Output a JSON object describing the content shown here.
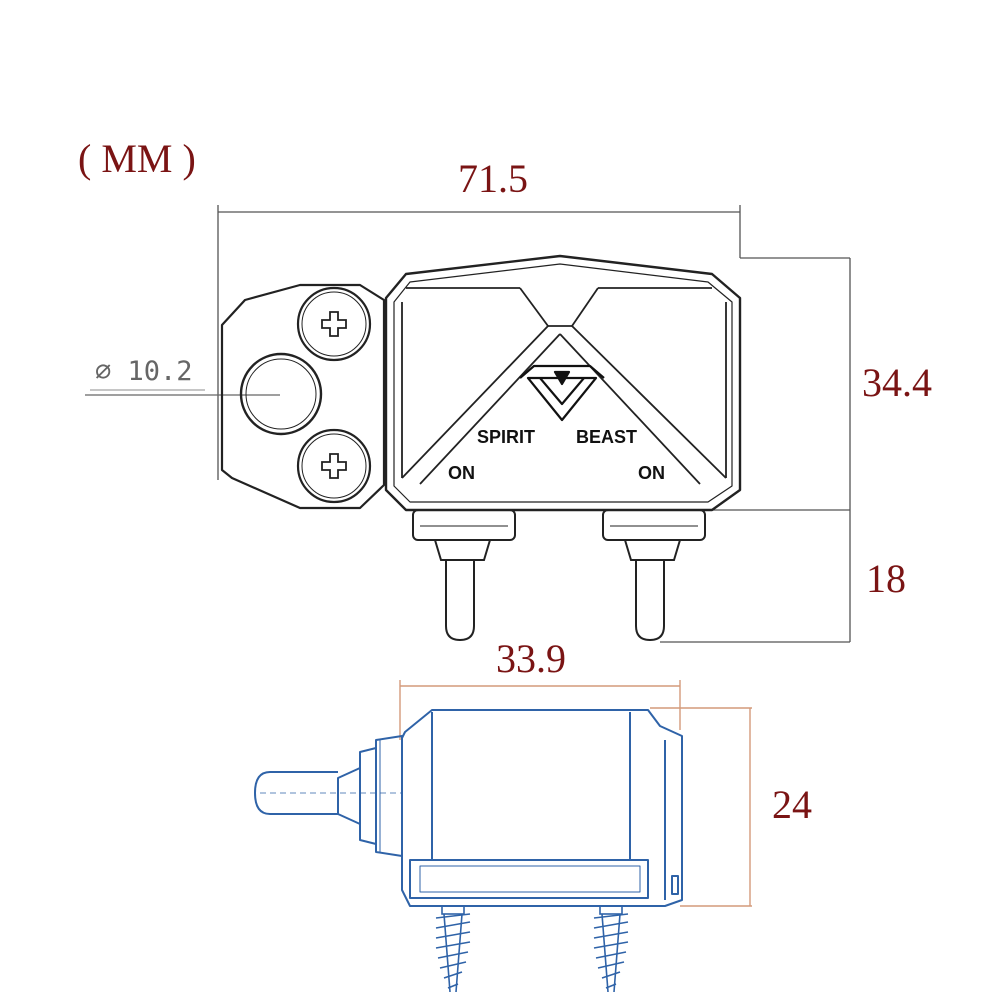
{
  "units": "( MM )",
  "dimensions": {
    "width_top": "71.5",
    "height_body": "34.4",
    "height_toggle": "18",
    "diameter": "∅ 10.2",
    "width_side": "33.9",
    "height_side": "24"
  },
  "labels": {
    "brand_left": "SPIRIT",
    "brand_right": "BEAST",
    "on_left": "ON",
    "on_right": "ON"
  },
  "colors": {
    "dimension_text": "#7a1414",
    "outline": "#2a2a2a",
    "side_view_outline": "#2f63a8",
    "side_view_dimension": "#d49a7a"
  }
}
